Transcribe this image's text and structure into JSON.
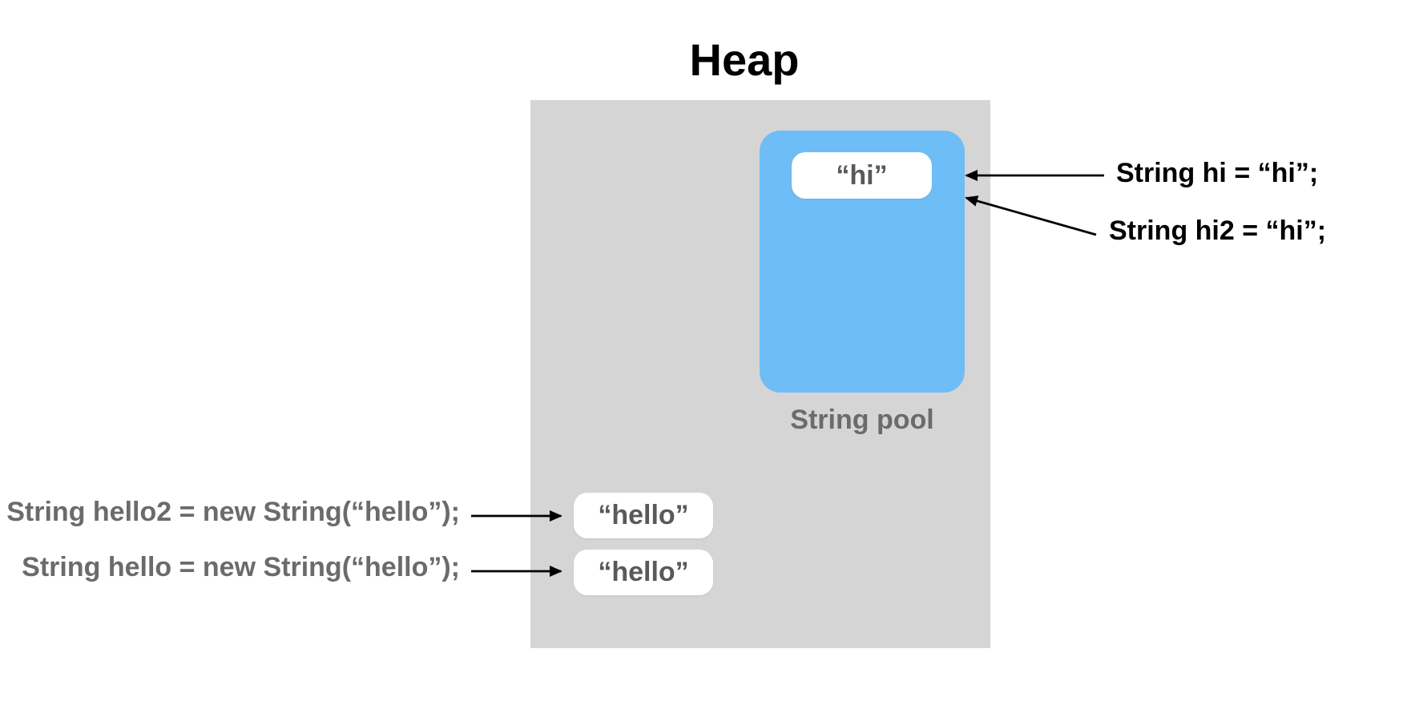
{
  "title": "Heap",
  "colors": {
    "heap_bg": "#d5d5d5",
    "pool_bg": "#6ebdf6",
    "box_bg": "#ffffff",
    "label_gray": "#6b6b6b",
    "box_text": "#595959",
    "ink": "#000000"
  },
  "heap": {
    "pool": {
      "label": "String pool",
      "items": [
        {
          "value": "“hi”"
        }
      ]
    },
    "objects": [
      {
        "value": "“hello”"
      },
      {
        "value": "“hello”"
      }
    ]
  },
  "annotations": {
    "right": [
      {
        "text": "String hi = “hi”;"
      },
      {
        "text": "String hi2 = “hi”;"
      }
    ],
    "left": [
      {
        "text": "String hello2 = new String(“hello”);"
      },
      {
        "text": "String hello = new String(“hello”);"
      }
    ]
  }
}
